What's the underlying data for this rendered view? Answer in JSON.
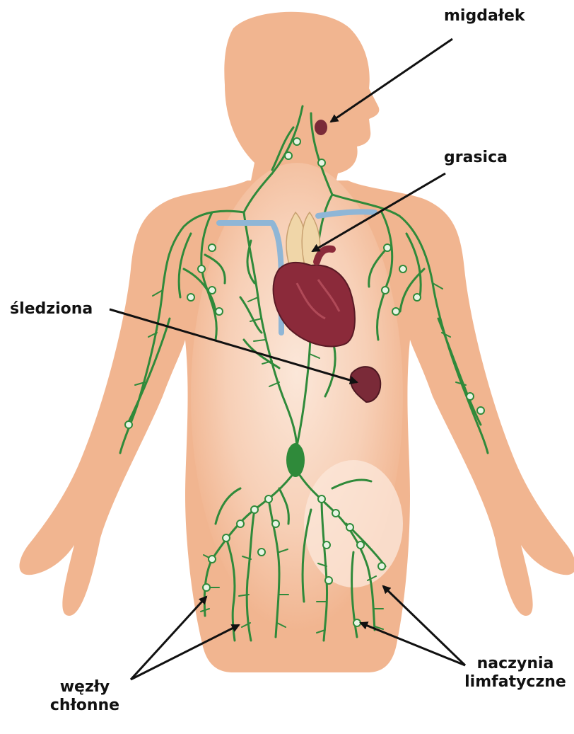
{
  "labels": {
    "tonsil": "migdałek",
    "thymus": "grasica",
    "spleen": "śledziona",
    "nodes_line1": "węzły",
    "nodes_line2": "chłonne",
    "vessels_line1": "naczynia",
    "vessels_line2": "limfatyczne"
  },
  "colors": {
    "skin": "#f1b590",
    "skin_light": "#fbe3d3",
    "lymph": "#2f8a3a",
    "node_fill": "#e8f4e4",
    "heart": "#8b2a3a",
    "spleen": "#7a2a38",
    "thymus": "#f0d6a8",
    "vein": "#8fb6d6",
    "arrow": "#111111"
  }
}
